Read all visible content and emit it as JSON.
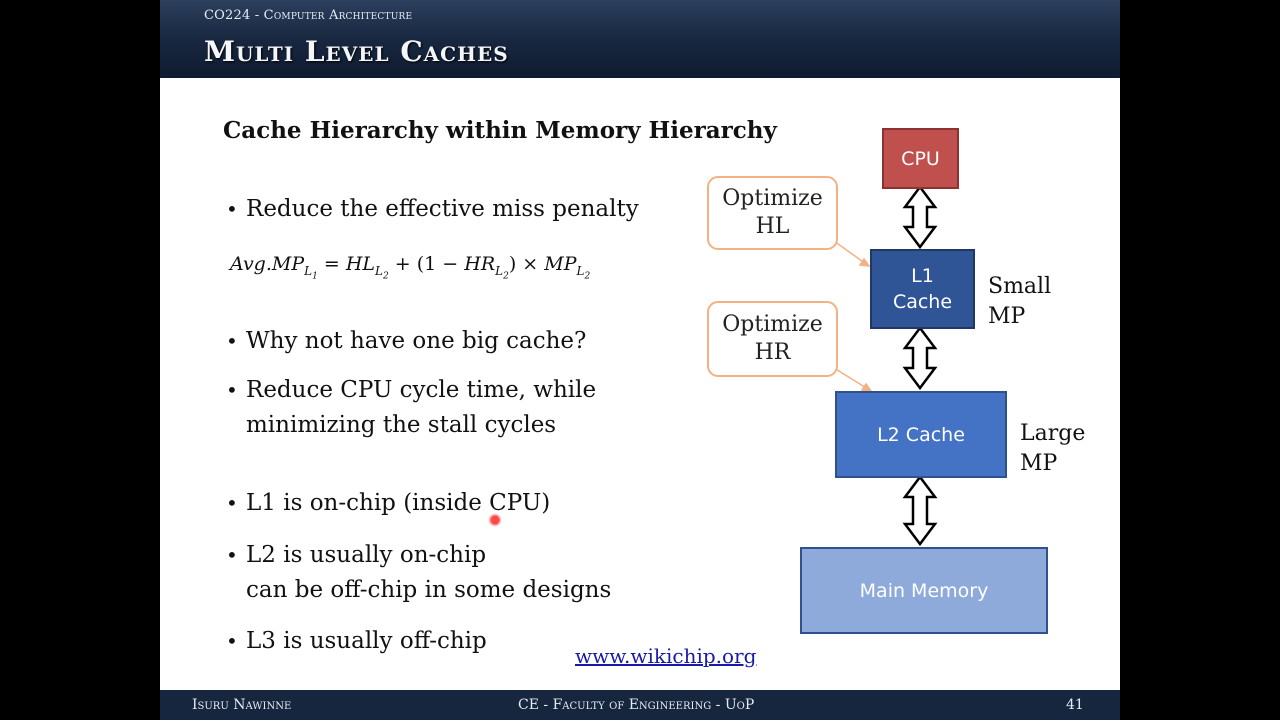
{
  "header": {
    "course": "CO224 - Computer Architecture",
    "title": "Multi Level Caches"
  },
  "content": {
    "heading": "Cache Hierarchy within Memory Hierarchy",
    "bullets": [
      "Reduce the effective miss penalty",
      "Why not have one big cache?",
      "Reduce CPU cycle time, while",
      "minimizing the stall cycles",
      "L1 is on-chip (inside CPU)",
      "L2 is usually on-chip",
      "can be off-chip in some designs",
      "L3 is usually off-chip"
    ],
    "formula": {
      "lhs": "Avg.MP",
      "lhs_sub": "L",
      "lhs_subsub": "1",
      "eq": "=",
      "hl": "HL",
      "hl_sub": "L",
      "hl_subsub": "2",
      "plus": "+ (1 −",
      "hr": "HR",
      "hr_sub": "L",
      "hr_subsub": "2",
      "times": ") ×",
      "mp": "MP",
      "mp_sub": "L",
      "mp_subsub": "2"
    },
    "link": "www.wikichip.org"
  },
  "diagram": {
    "cpu": "CPU",
    "l1_line1": "L1",
    "l1_line2": "Cache",
    "l2": "L2 Cache",
    "main_memory": "Main Memory",
    "optimize_hl_line1": "Optimize",
    "optimize_hl_line2": "HL",
    "optimize_hr_line1": "Optimize",
    "optimize_hr_line2": "HR",
    "small_mp_line1": "Small",
    "small_mp_line2": "MP",
    "large_mp_line1": "Large",
    "large_mp_line2": "MP"
  },
  "footer": {
    "author": "Isuru Nawinne",
    "department": "CE - Faculty of Engineering - UoP",
    "page": "41"
  },
  "colors": {
    "header_bg": "#17263f",
    "cpu": "#c0504d",
    "l1": "#2f5597",
    "l2": "#4472c4",
    "main_memory": "#8eaadb",
    "callout_border": "#f4b183"
  }
}
